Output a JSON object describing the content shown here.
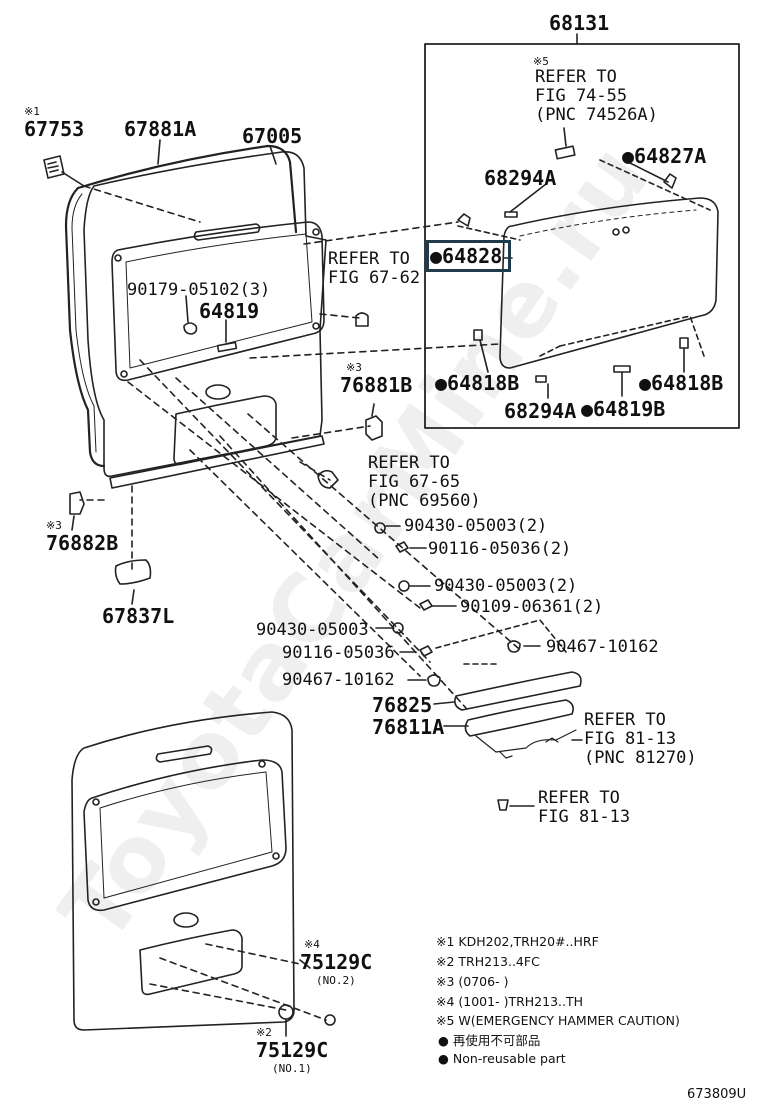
{
  "title_top": "68131",
  "watermark": "ToyotaCarMine.ru",
  "labels": {
    "p68131_refer": [
      "※5",
      "REFER TO",
      "FIG 74-55",
      "(PNC 74526A)"
    ],
    "p64827A": "●64827A",
    "p68294A_top": "68294A",
    "p64828": "●64828",
    "p64818B_left": "●64818B",
    "p64818B_right": "●64818B",
    "p68294A_bot": "68294A",
    "p64819B": "●64819B",
    "p67753_mark": "※1",
    "p67753": "67753",
    "p67881A": "67881A",
    "p67005": "67005",
    "p90179": "90179-05102(3)",
    "p64819": "64819",
    "refer_67_62": [
      "REFER TO",
      "FIG 67-62"
    ],
    "p76881B_mark": "※3",
    "p76881B": "76881B",
    "refer_67_65": [
      "REFER TO",
      "FIG 67-65",
      "(PNC 69560)"
    ],
    "p76882B_mark": "※3",
    "p76882B": "76882B",
    "p67837L": "67837L",
    "p90430_a": "90430-05003(2)",
    "p90116_a": "90116-05036(2)",
    "p90430_b": "90430-05003(2)",
    "p90109": "90109-06361(2)",
    "p90430_c": "90430-05003",
    "p90116_b": "90116-05036",
    "p90467_a": "90467-10162",
    "p90467_b": "90467-10162",
    "p76825": "76825",
    "p76811A": "76811A",
    "refer_81_13a": [
      "REFER TO",
      "FIG 81-13",
      "(PNC 81270)"
    ],
    "refer_81_13b": [
      "REFER TO",
      "FIG 81-13"
    ],
    "p75129C_top_mark": "※4",
    "p75129C_top": "75129C",
    "p75129C_top_no": "(NO.2)",
    "p75129C_bot_mark": "※2",
    "p75129C_bot": "75129C",
    "p75129C_bot_no": "(NO.1)"
  },
  "notes": [
    "※1 KDH202,TRH20#..HRF",
    "※2 TRH213..4FC",
    "※3 (0706-      )",
    "※4 (1001-      )TRH213..TH",
    "※5 W(EMERGENCY HAMMER CAUTION)",
    "● 再使用不可部品",
    "● Non-reusable part"
  ],
  "figure_code": "673809U"
}
